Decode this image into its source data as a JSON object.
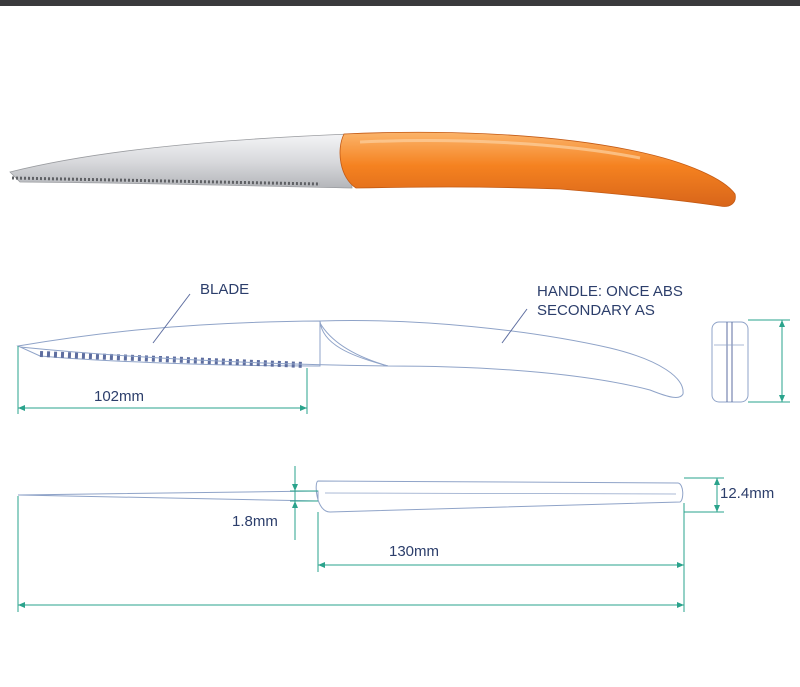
{
  "colors": {
    "handle_orange": "#f58220",
    "outline_blue": "#8fa3c8",
    "dimension_teal": "#2aa38c",
    "label_navy": "#2c3e6b"
  },
  "labels": {
    "blade": "BLADE",
    "handle_line1": "HANDLE: ONCE ABS",
    "handle_line2": "SECONDARY AS"
  },
  "dimensions": {
    "blade_length": "102mm",
    "blade_thickness": "1.8mm",
    "handle_length": "130mm",
    "handle_thickness": "12.4mm"
  }
}
